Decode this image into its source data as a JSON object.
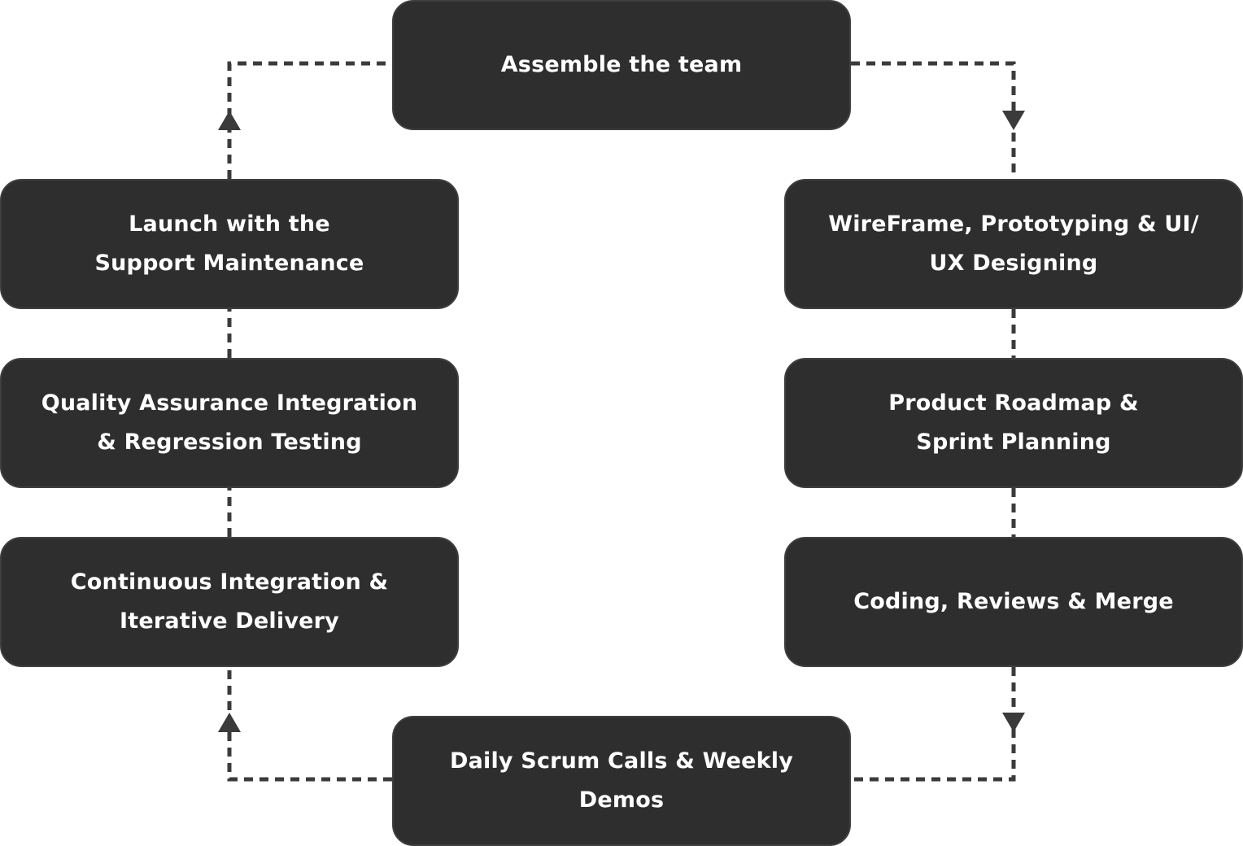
{
  "diagram": {
    "colors": {
      "node_fill": "#2e2e2e",
      "node_border": "#3f3f3f",
      "node_text": "#ffffff",
      "connector": "#3b3b3b",
      "background": "#ffffff"
    },
    "nodes": {
      "assemble": "Assemble the team",
      "wireframe": "WireFrame, Prototyping & UI/\nUX Designing",
      "roadmap": "Product Roadmap &\nSprint Planning",
      "coding": "Coding, Reviews & Merge",
      "scrum": "Daily Scrum Calls & Weekly\nDemos",
      "ci": "Continuous Integration &\nIterative Delivery",
      "qa": "Quality Assurance Integration\n& Regression Testing",
      "launch": "Launch with the\nSupport Maintenance"
    },
    "flow": [
      "assemble",
      "wireframe",
      "roadmap",
      "coding",
      "scrum",
      "ci",
      "qa",
      "launch",
      "assemble"
    ]
  }
}
